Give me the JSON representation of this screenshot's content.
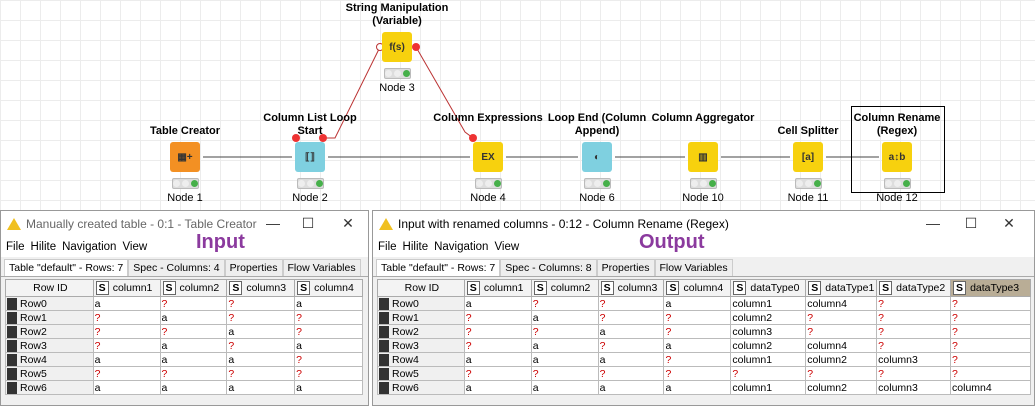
{
  "workflow": {
    "nodes": [
      {
        "id": "Node 1",
        "label": "Table Creator",
        "color": "#f39023",
        "glyph": "▦+"
      },
      {
        "id": "Node 2",
        "label": "Column List Loop Start",
        "color": "#7fd0e0",
        "glyph": "⟦⟧"
      },
      {
        "id": "Node 3",
        "label": "String Manipulation (Variable)",
        "color": "#f7d10e",
        "glyph": "f(s)"
      },
      {
        "id": "Node 4",
        "label": "Column Expressions",
        "color": "#f7d10e",
        "glyph": "EX"
      },
      {
        "id": "Node 6",
        "label": "Loop End (Column Append)",
        "color": "#7fd0e0",
        "glyph": "◐"
      },
      {
        "id": "Node 10",
        "label": "Column Aggregator",
        "color": "#f7d10e",
        "glyph": "▥"
      },
      {
        "id": "Node 11",
        "label": "Cell Splitter",
        "color": "#f7d10e",
        "glyph": "[a]"
      },
      {
        "id": "Node 12",
        "label": "Column Rename (Regex)",
        "color": "#f7d10e",
        "glyph": "a↕b"
      }
    ]
  },
  "input_window": {
    "title": "Manually created table - 0:1 - Table Creator",
    "annotation": "Input",
    "menu": [
      "File",
      "Hilite",
      "Navigation",
      "View"
    ],
    "tabs": [
      "Table \"default\" - Rows: 7",
      "Spec - Columns: 4",
      "Properties",
      "Flow Variables"
    ],
    "columns": [
      "Row ID",
      "column1",
      "column2",
      "column3",
      "column4"
    ],
    "rows": [
      [
        "Row0",
        "a",
        "?",
        "?",
        "a"
      ],
      [
        "Row1",
        "?",
        "a",
        "?",
        "?"
      ],
      [
        "Row2",
        "?",
        "?",
        "a",
        "?"
      ],
      [
        "Row3",
        "?",
        "a",
        "?",
        "a"
      ],
      [
        "Row4",
        "a",
        "a",
        "a",
        "?"
      ],
      [
        "Row5",
        "?",
        "?",
        "?",
        "?"
      ],
      [
        "Row6",
        "a",
        "a",
        "a",
        "a"
      ]
    ]
  },
  "output_window": {
    "title": "Input with renamed columns - 0:12 - Column Rename (Regex)",
    "annotation": "Output",
    "menu": [
      "File",
      "Hilite",
      "Navigation",
      "View"
    ],
    "tabs": [
      "Table \"default\" - Rows: 7",
      "Spec - Columns: 8",
      "Properties",
      "Flow Variables"
    ],
    "columns": [
      "Row ID",
      "column1",
      "column2",
      "column3",
      "column4",
      "dataType0",
      "dataType1",
      "dataType2",
      "dataType3"
    ],
    "rows": [
      [
        "Row0",
        "a",
        "?",
        "?",
        "a",
        "column1",
        "column4",
        "?",
        "?"
      ],
      [
        "Row1",
        "?",
        "a",
        "?",
        "?",
        "column2",
        "?",
        "?",
        "?"
      ],
      [
        "Row2",
        "?",
        "?",
        "a",
        "?",
        "column3",
        "?",
        "?",
        "?"
      ],
      [
        "Row3",
        "?",
        "a",
        "?",
        "a",
        "column2",
        "column4",
        "?",
        "?"
      ],
      [
        "Row4",
        "a",
        "a",
        "a",
        "?",
        "column1",
        "column2",
        "column3",
        "?"
      ],
      [
        "Row5",
        "?",
        "?",
        "?",
        "?",
        "?",
        "?",
        "?",
        "?"
      ],
      [
        "Row6",
        "a",
        "a",
        "a",
        "a",
        "column1",
        "column2",
        "column3",
        "column4"
      ]
    ]
  },
  "window_buttons": {
    "minimize": "—",
    "maximize": "☐",
    "close": "✕"
  },
  "type_badge": "S"
}
